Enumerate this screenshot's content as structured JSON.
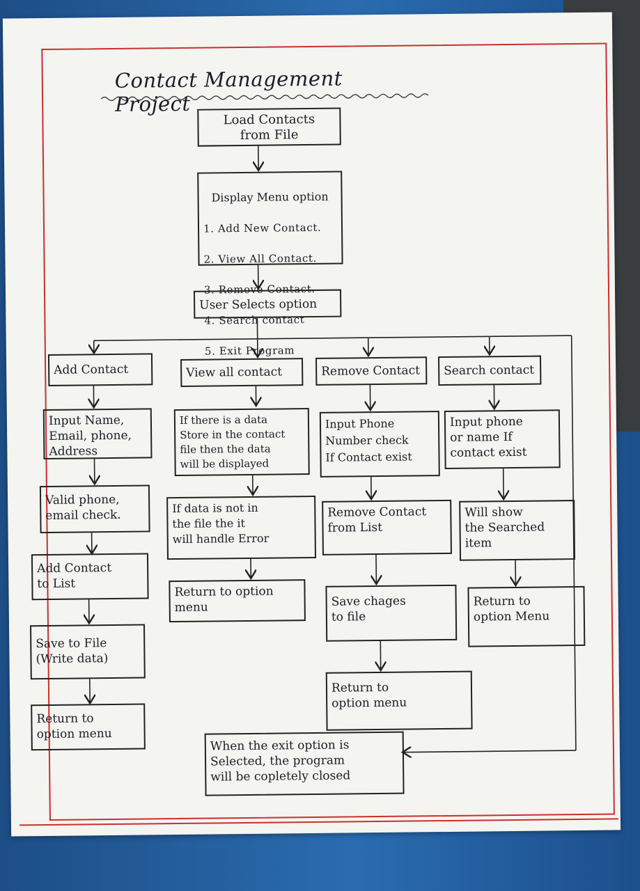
{
  "title": "Contact Management Project",
  "start": {
    "load": "Load Contacts\nfrom File"
  },
  "menu": {
    "heading": "Display Menu option",
    "items": [
      "1. Add New Contact.",
      "2. View All Contact.",
      "3. Remove Contact.",
      "4. Search contact",
      "5. Exit Program"
    ]
  },
  "select": "User Selects option",
  "branches": {
    "add": {
      "title": "Add Contact",
      "steps": [
        "Input Name,\nEmail, phone,\nAddress",
        "Valid phone,\nemail check.",
        "Add Contact\nto List",
        "Save to File\n(Write data)",
        "Return to\noption menu"
      ]
    },
    "view": {
      "title": "View all contact",
      "steps": [
        "If there is a data\nStore in the contact\nfile then the data\nwill be displayed",
        "If data is not in\nthe file the it\nwill handle Error",
        "Return to option\nmenu"
      ]
    },
    "remove": {
      "title": "Remove Contact",
      "steps": [
        "Input Phone\nNumber check\nIf Contact exist",
        "Remove Contact\nfrom List",
        "Save chages\nto file",
        "Return to\noption menu"
      ]
    },
    "search": {
      "title": "Search contact",
      "steps": [
        "Input phone\nor name If\ncontact exist",
        "Will show\nthe Searched\nitem",
        "Return to\noption Menu"
      ]
    }
  },
  "exit": "When the exit option is\nSelected, the program\nwill be copletely closed"
}
